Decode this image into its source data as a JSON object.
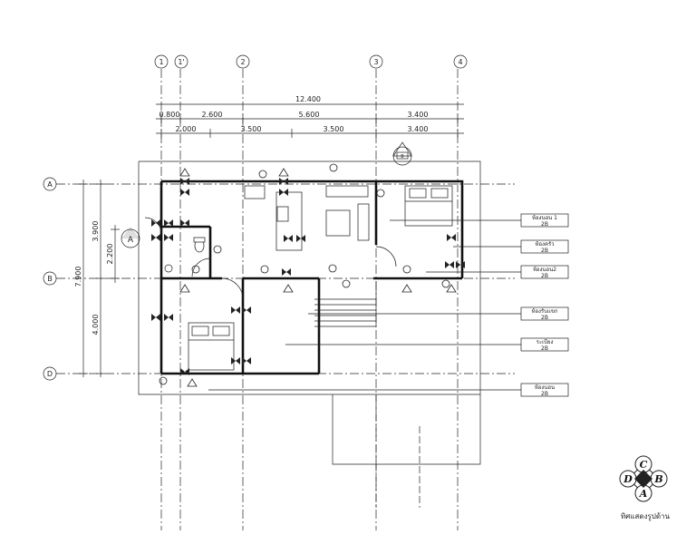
{
  "grid_columns": [
    {
      "label": "1"
    },
    {
      "label": "1'"
    },
    {
      "label": "2"
    },
    {
      "label": "3"
    },
    {
      "label": "4"
    }
  ],
  "grid_rows": [
    {
      "label": "A"
    },
    {
      "label": "B"
    },
    {
      "label": "D"
    }
  ],
  "dimensions": {
    "overall": "12.400",
    "row1": [
      "0.800",
      "2.600",
      "5.600",
      "3.400"
    ],
    "row2": [
      "2.000",
      "3.500",
      "3.500",
      "3.400"
    ],
    "vertical_total": "7.900",
    "vertical_parts": [
      "3.900",
      "4.000"
    ],
    "vertical_small": "2.200"
  },
  "section_marker": {
    "label": "A"
  },
  "top_marker": {
    "label": "B"
  },
  "room_tags": [
    {
      "title": "ห้องนอน 1",
      "code": "2B"
    },
    {
      "title": "ห้องครัว",
      "code": "2B"
    },
    {
      "title": "ห้องนอน2",
      "code": "2B"
    },
    {
      "title": "ห้องรับแขก",
      "code": "2B"
    },
    {
      "title": "ระเบียง",
      "code": "2B"
    },
    {
      "title": "ห้องนอน",
      "code": "2B"
    }
  ],
  "compass": {
    "c": "C",
    "b": "B",
    "a": "A",
    "d": "D",
    "caption": "ทิศแสดงรูปด้าน"
  }
}
